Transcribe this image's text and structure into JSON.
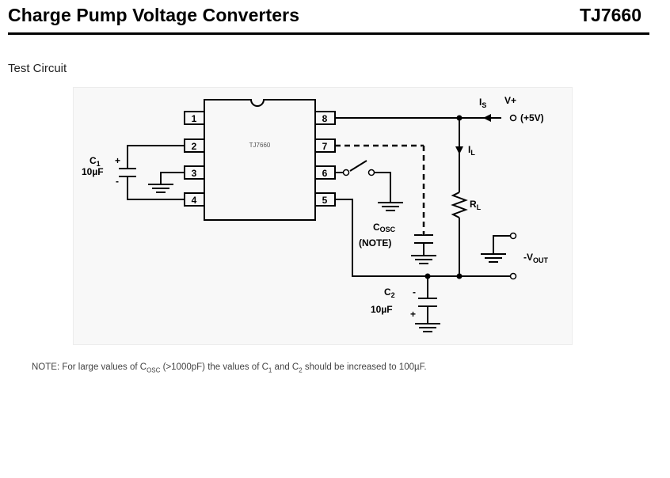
{
  "header": {
    "title": "Charge Pump Voltage Converters",
    "part_number": "TJ7660"
  },
  "section_title": "Test Circuit",
  "circuit": {
    "ic_label": "TJ7660",
    "pins": [
      "1",
      "2",
      "3",
      "4",
      "5",
      "6",
      "7",
      "8"
    ],
    "c1": {
      "name": "C",
      "sub": "1",
      "value": "10µF",
      "plus": "+",
      "minus": "-"
    },
    "c2": {
      "name": "C",
      "sub": "2",
      "value": "10µF",
      "plus": "+",
      "minus": "-"
    },
    "cosc": {
      "name": "C",
      "sub": "OSC",
      "note": "(NOTE)"
    },
    "is": {
      "name": "I",
      "sub": "S"
    },
    "il": {
      "name": "I",
      "sub": "L"
    },
    "rl": {
      "name": "R",
      "sub": "L"
    },
    "vplus": "V+",
    "vplus_value": "(+5V)",
    "vout": {
      "name": "-V",
      "sub": "OUT"
    }
  },
  "note": {
    "prefix": "NOTE: For large values of C",
    "cosc_sub": "OSC",
    "mid1": " (>1000pF) the values of C",
    "c1_sub": "1",
    "mid2": " and C",
    "c2_sub": "2",
    "suffix": " should be increased to 100µF."
  }
}
